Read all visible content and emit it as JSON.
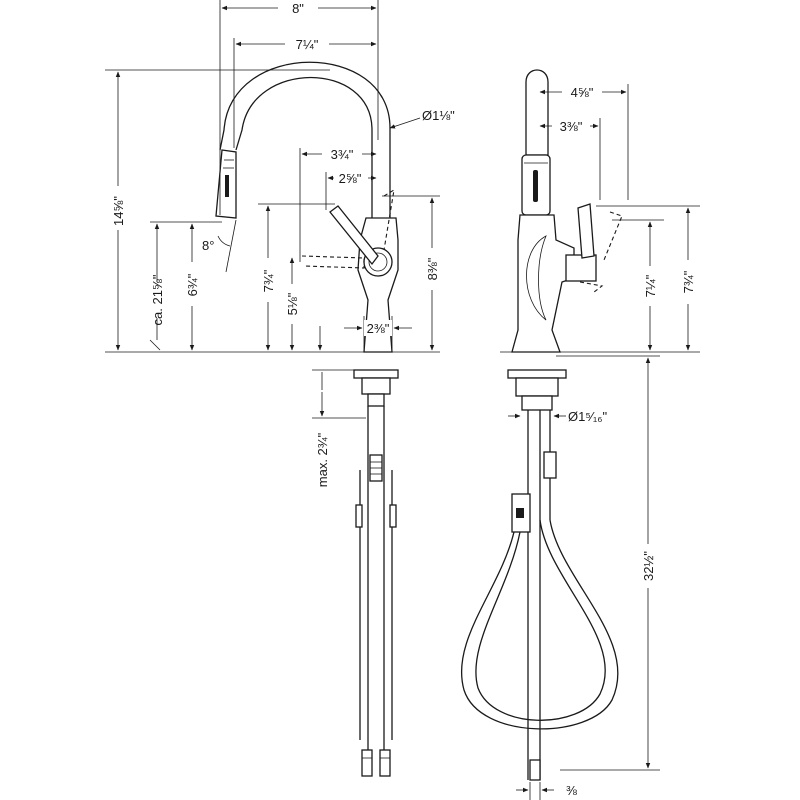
{
  "front": {
    "width_8": "8\"",
    "reach_7_1_4": "7¼\"",
    "pipe_diameter": "Ø1⅛\"",
    "lever_3_3_4": "3¾\"",
    "lever_2_5_8": "2⅝\"",
    "angle_8": "8°",
    "height_14_5_8": "14⅝\"",
    "height_ca_21_5_8": "ca. 21⅝\"",
    "height_6_3_4": "6¾\"",
    "height_7_3_4": "7¾\"",
    "height_5_1_8": "5⅛\"",
    "height_8_3_8": "8⅜\"",
    "base_2_3_8": "2⅜\"",
    "max_2_3_4": "max. 2¾\""
  },
  "side": {
    "reach_4_5_8": "4⅝\"",
    "reach_3_3_8": "3⅜\"",
    "height_7_1_4": "7¼\"",
    "height_7_3_4": "7¾\"",
    "hole_diameter": "Ø1⁵⁄₁₆\"",
    "hose_32_1_2": "32½\"",
    "connector_3_8": "⅜"
  }
}
